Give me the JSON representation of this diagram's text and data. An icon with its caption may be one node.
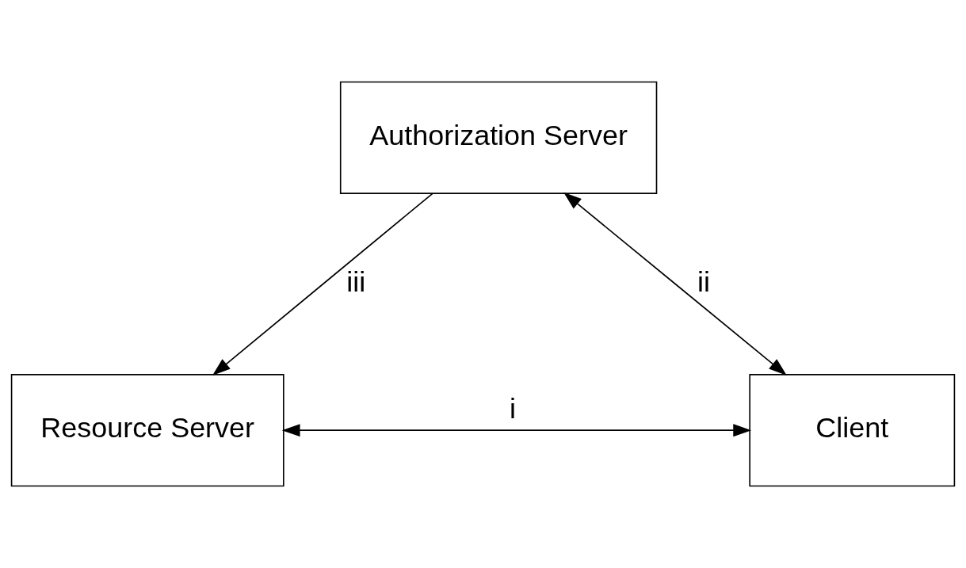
{
  "diagram": {
    "nodes": [
      {
        "text": [
          "Authorization Server"
        ]
      },
      {
        "text": [
          "Client"
        ]
      },
      {
        "text": [
          "Resource Server"
        ]
      }
    ],
    "edges": [
      {
        "from": 1,
        "to": 0,
        "arrow": "both",
        "label": "ii"
      },
      {
        "from": 0,
        "to": 2,
        "arrow": "to",
        "label": "iii"
      },
      {
        "from": 1,
        "to": 2,
        "arrow": "both",
        "label": "i"
      }
    ]
  }
}
